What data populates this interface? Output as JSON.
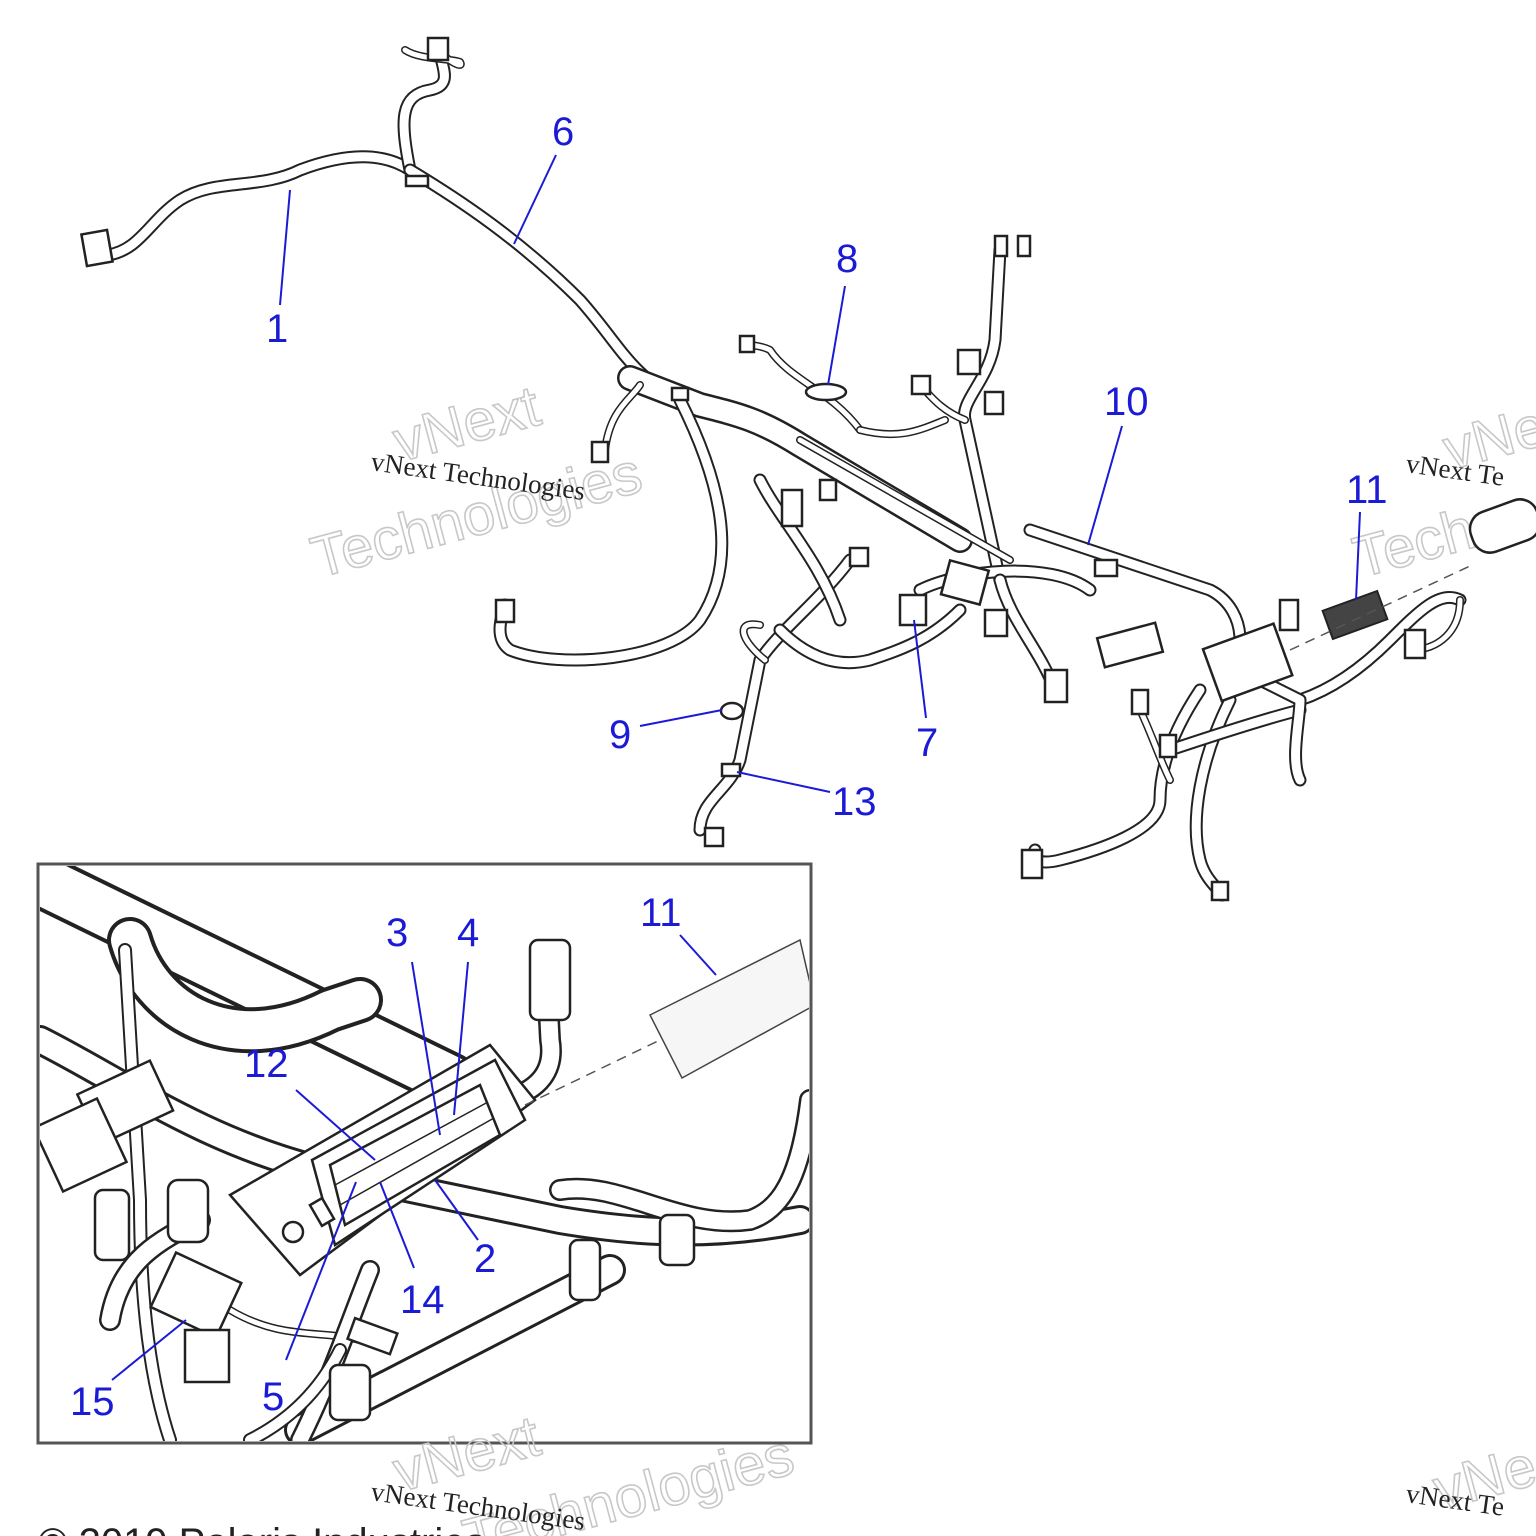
{
  "callouts": {
    "main": [
      "1",
      "6",
      "8",
      "10",
      "11",
      "9",
      "7",
      "13"
    ],
    "inset": [
      "3",
      "4",
      "11",
      "12",
      "2",
      "14",
      "15",
      "5"
    ]
  },
  "watermark": {
    "line1": "vNext",
    "line2": "Technologies",
    "mono": "vNext Technologies",
    "edge_partial": "vNe",
    "edge_mono_partial": "vNext Te",
    "edge_tech_partial": "Techn"
  },
  "footer": {
    "copyright_partial": "© 2019 Polaris Industries"
  },
  "colors": {
    "callout": "#1b1bd6",
    "line": "#222222",
    "watermark": "#c8c8c8"
  }
}
